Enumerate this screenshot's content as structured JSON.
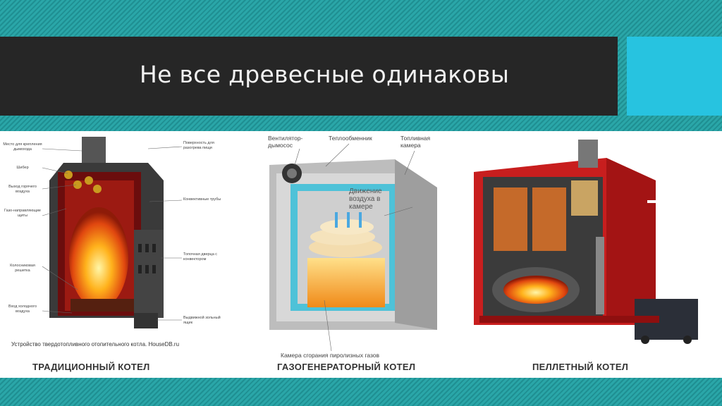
{
  "slide": {
    "title": "Не все древесные одинаковы"
  },
  "boilers": [
    {
      "caption": "ТРАДИЦИОННЫЙ КОТЕЛ",
      "credit": "Устройство твердотопливного отопительного котла. HouseDB.ru",
      "labels_left": [
        "Место для крепления дымохода",
        "Шибер",
        "Выход горячего воздуха",
        "Газо-направляющие щиты",
        "Колосниковая решетка",
        "Вход холодного воздуха"
      ],
      "labels_right": [
        "Поверхность для разогрева пищи",
        "Конвективные трубы",
        "Топочная дверца с конвектором",
        "Выдвижной зольный ящик"
      ]
    },
    {
      "caption": "ГАЗОГЕНЕРАТОРНЫЙ КОТЕЛ",
      "labels": {
        "fan": "Вентилятор-дымосос",
        "heat_exchanger": "Теплообменник",
        "fuel_chamber": "Топливная камера",
        "air_flow": "Движение воздуха в камере",
        "combustion": "Камера сгорания пиролизных газов"
      }
    },
    {
      "caption": "ПЕЛЛЕТНЫЙ КОТЕЛ"
    }
  ],
  "colors": {
    "title_bar": "#262626",
    "accent": "#27c3e0",
    "stripe": "#2aa6a8"
  }
}
